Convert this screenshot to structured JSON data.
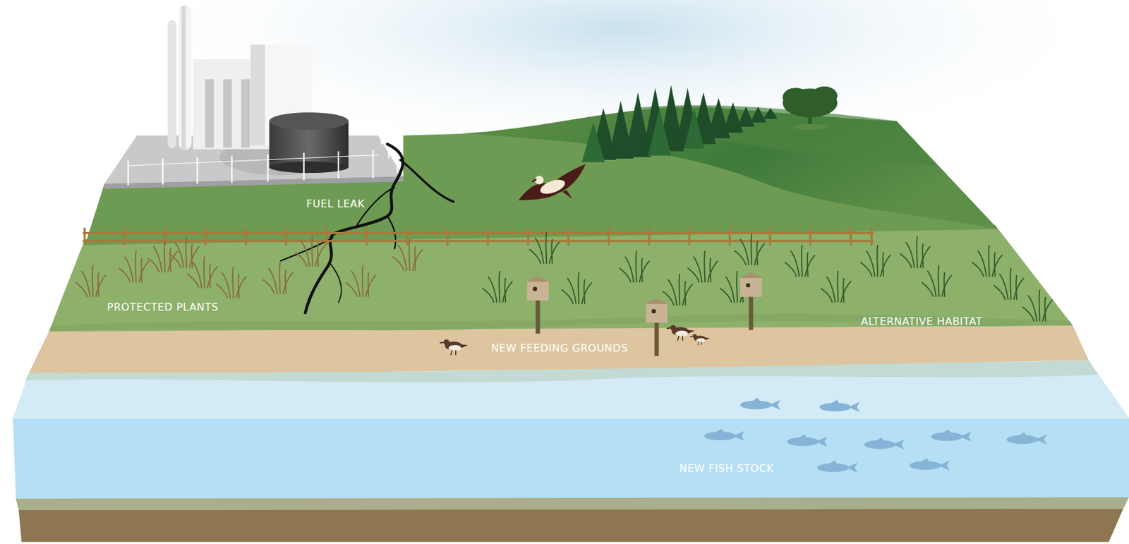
{
  "diagram": {
    "labels": [
      "FUEL LEAK",
      "PROTECTED PLANTS",
      "NEW FEEDING GROUNDS",
      "ALTERNATIVE HABITAT",
      "NEW FISH STOCK"
    ]
  }
}
